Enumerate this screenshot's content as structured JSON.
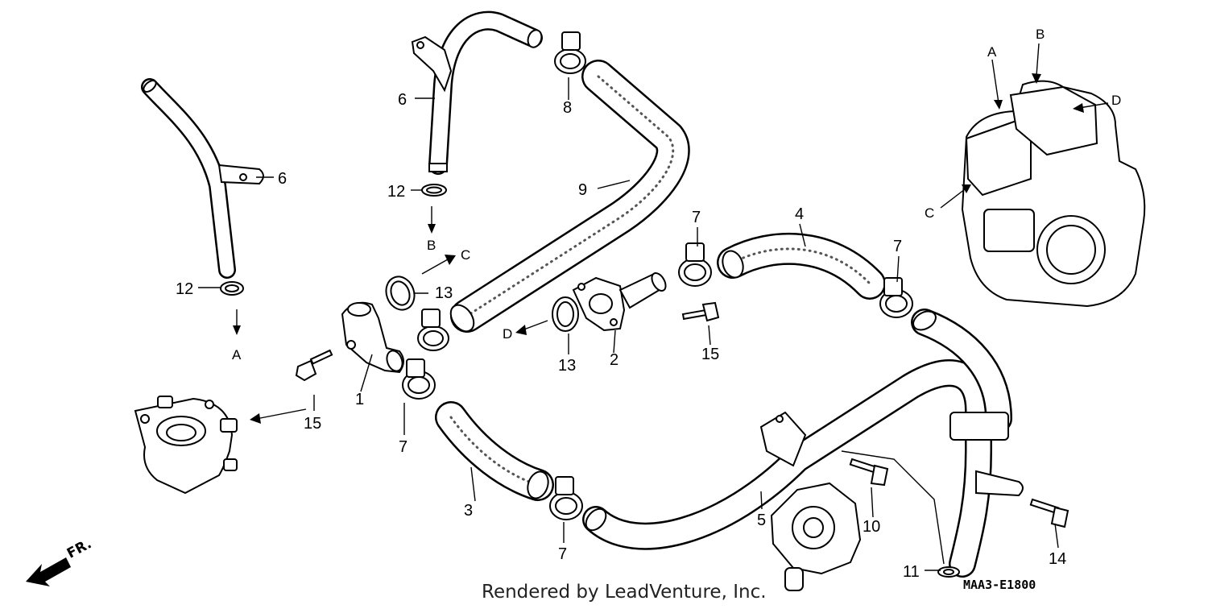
{
  "diagram": {
    "callouts": {
      "c1": "1",
      "c2": "2",
      "c3": "3",
      "c4": "4",
      "c5": "5",
      "c6a": "6",
      "c6b": "6",
      "c7a": "7",
      "c7b": "7",
      "c7c": "7",
      "c7d": "7",
      "c8": "8",
      "c9": "9",
      "c10": "10",
      "c11": "11",
      "c12a": "12",
      "c12b": "12",
      "c13a": "13",
      "c13b": "13",
      "c14": "14",
      "c15a": "15",
      "c15b": "15"
    },
    "refs": {
      "a_left": "A",
      "b_mid": "B",
      "c_mid": "C",
      "d_mid": "D",
      "a_engine": "A",
      "b_engine": "B",
      "c_engine": "C",
      "d_engine": "D"
    },
    "direction": "FR.",
    "code": "MAA3-E1800",
    "footer": "Rendered by LeadVenture, Inc."
  }
}
